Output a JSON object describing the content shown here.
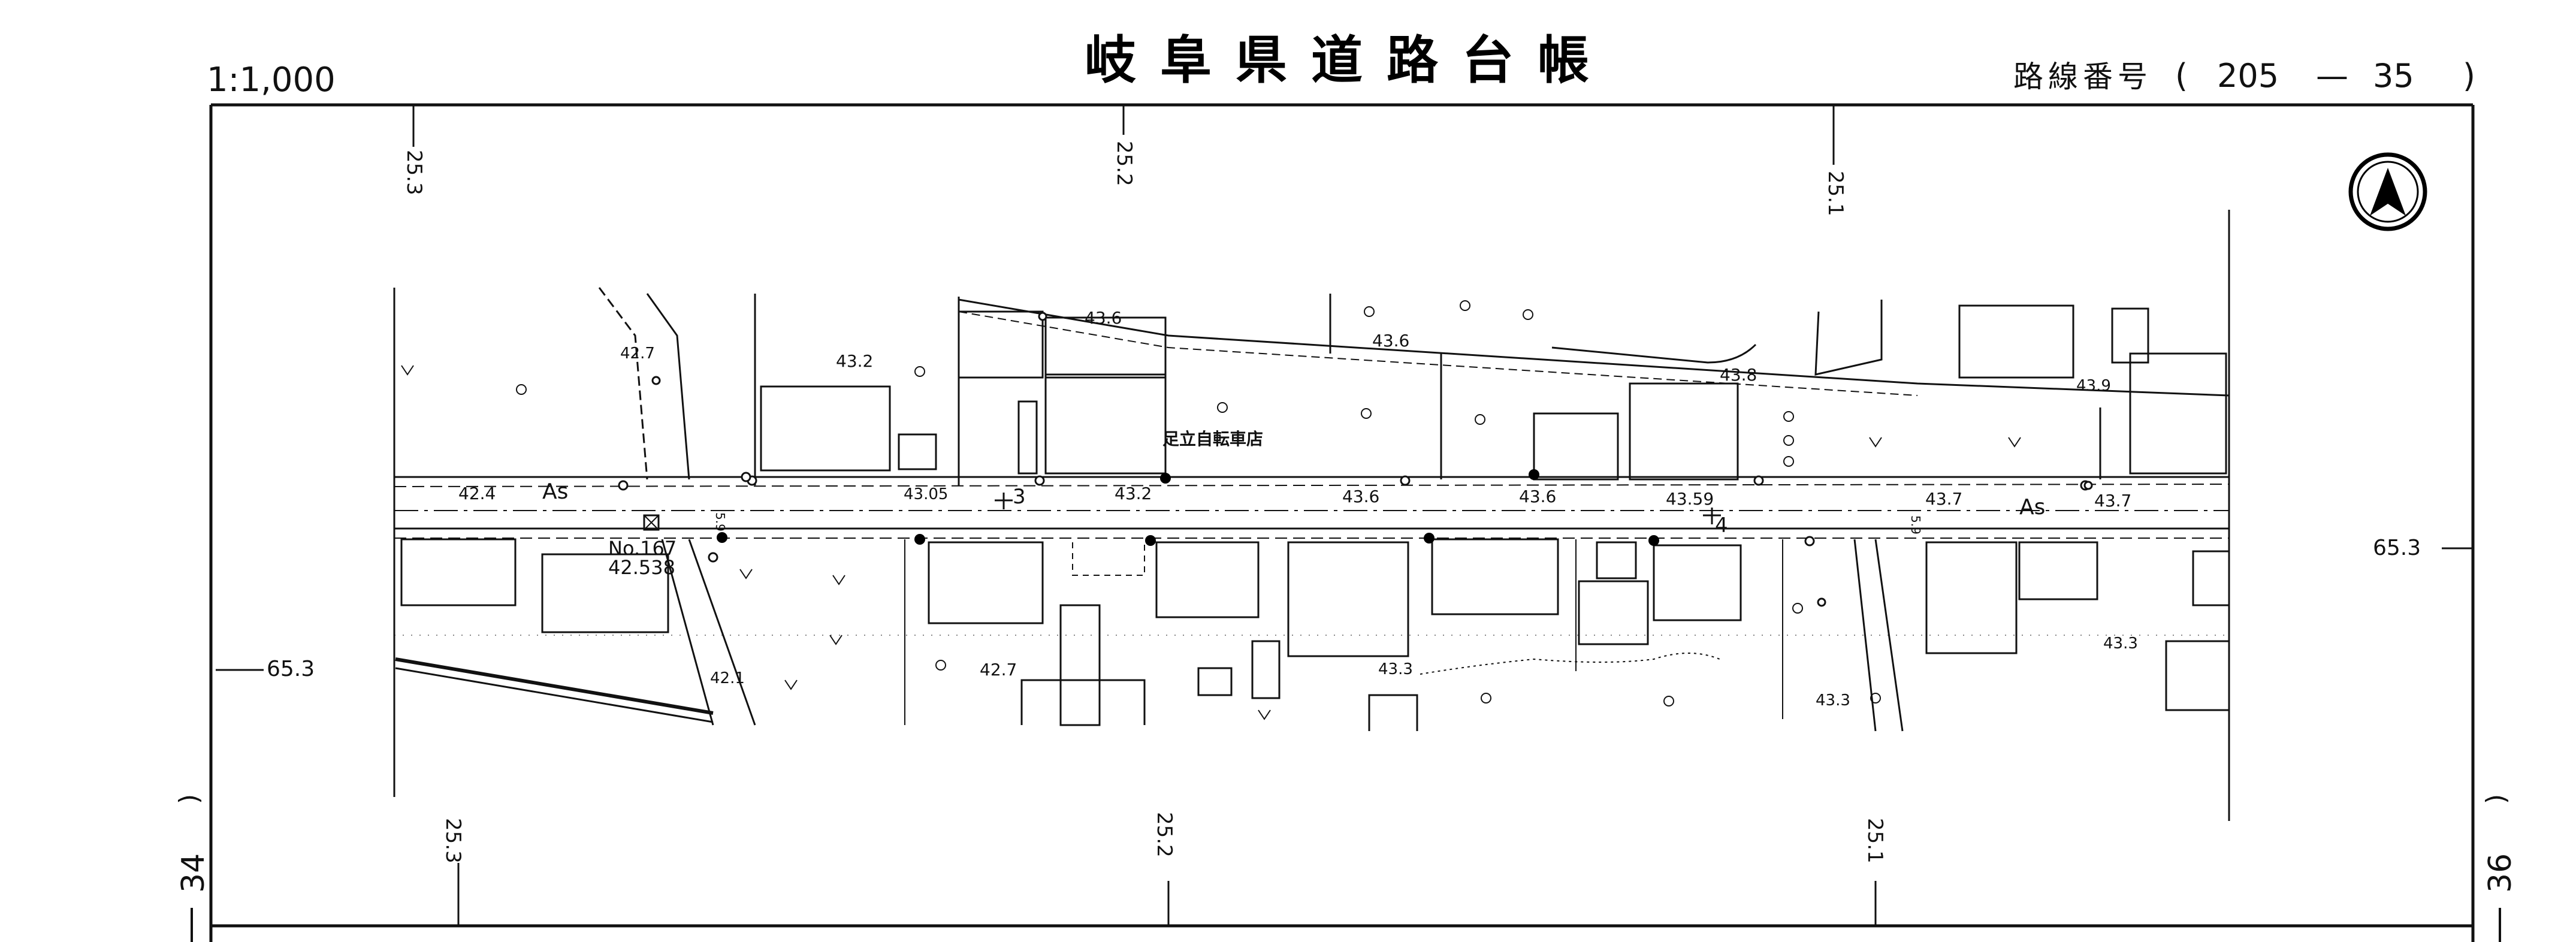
{
  "header": {
    "scale": "1:1,000",
    "title": "岐阜県道路台帳",
    "route_label": "路線番号",
    "route_open": "(",
    "route_a": "205",
    "route_dash": "—",
    "route_b": "35",
    "route_close": ")"
  },
  "sheets": {
    "left": "34",
    "right": "36",
    "paren": ")"
  },
  "grid": {
    "top": [
      "25.3",
      "25.2",
      "25.1"
    ],
    "bottom": [
      "25.3",
      "25.2",
      "25.1"
    ],
    "left": "65.3",
    "right": "65.3"
  },
  "road": {
    "surface_left": "As",
    "surface_right": "As",
    "stations": [
      "3",
      "4"
    ],
    "benchmark_name": "No.167",
    "benchmark_value": "42.538",
    "widths": [
      "5.9",
      "5.9"
    ]
  },
  "building_label": "足立自転車店",
  "elevations": [
    "42.7",
    "43.2",
    "43.6",
    "43.6",
    "43.8",
    "43.9",
    "42.4",
    "43.05",
    "43.2",
    "43.6",
    "43.6",
    "43.59",
    "43.7",
    "43.7",
    "42.1",
    "42.7",
    "43.3",
    "43.3",
    "43.3"
  ]
}
